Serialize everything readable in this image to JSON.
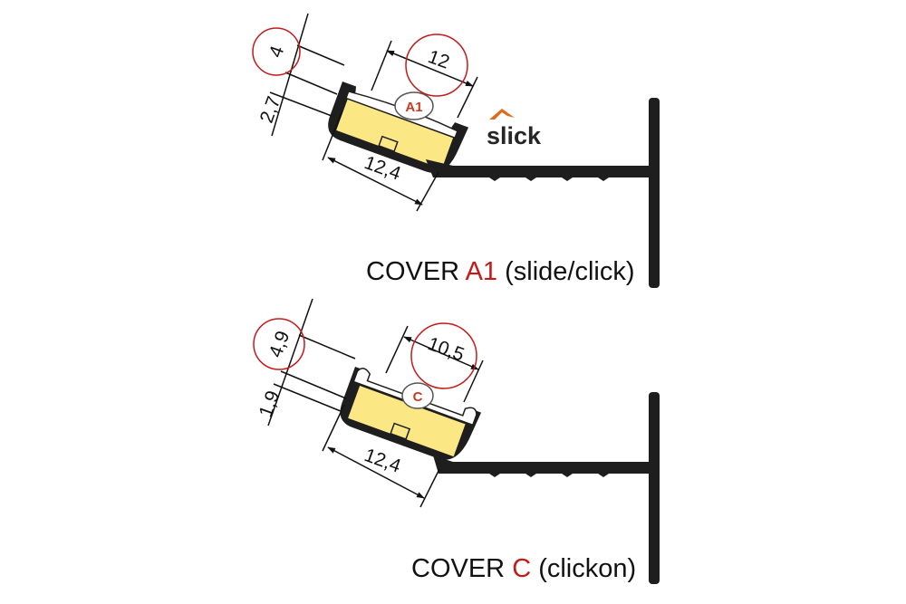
{
  "colors": {
    "profile": "#1e1e1e",
    "led": "#fbe784",
    "cover": "#ffffff",
    "accent_red": "#c41a1a",
    "badge_text": "#c73a21"
  },
  "top": {
    "dims": {
      "height_top": "4",
      "height_bottom": "2,7",
      "inner_width": "12",
      "outer_width": "12,4"
    },
    "badge": "A1",
    "logo_text": "slick",
    "caption": {
      "prefix": "COVER ",
      "code": "A1",
      "suffix": " (slide/click)"
    }
  },
  "bottom": {
    "dims": {
      "height_top": "4,9",
      "height_bottom": "1,9",
      "inner_width": "10,5",
      "outer_width": "12,4"
    },
    "badge": "C",
    "caption": {
      "prefix": "COVER ",
      "code": "C",
      "suffix": " (clickon)"
    }
  }
}
